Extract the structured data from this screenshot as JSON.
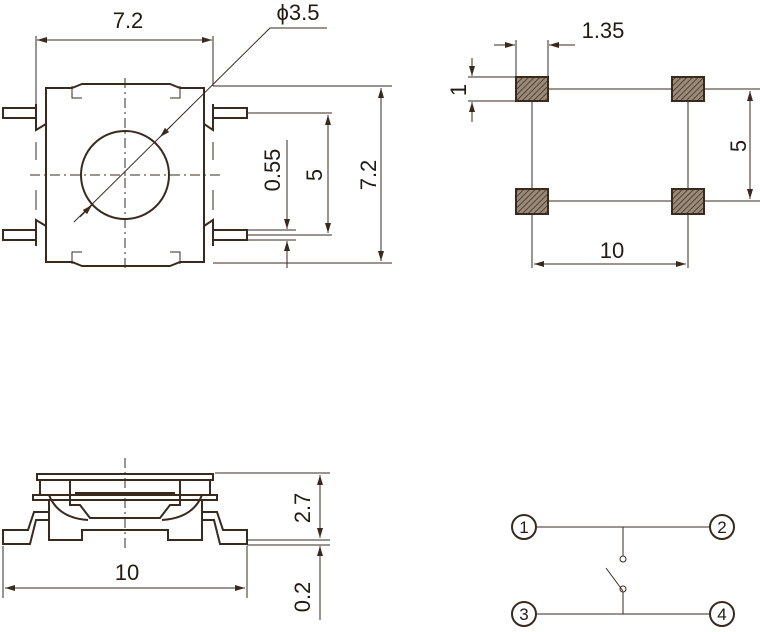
{
  "top_view": {
    "width_label": "7.2",
    "diameter_label": "ϕ3.5",
    "height_label": "7.2",
    "pin_pitch_label": "5",
    "pin_width_label": "0.55"
  },
  "footprint": {
    "pad_width_label": "1.35",
    "pad_height_label": "1",
    "pitch_v_label": "5",
    "pitch_h_label": "10"
  },
  "side_view": {
    "length_label": "10",
    "height_label": "2.7",
    "standoff_label": "0.2"
  },
  "schematic": {
    "pins": [
      "1",
      "2",
      "3",
      "4"
    ]
  }
}
